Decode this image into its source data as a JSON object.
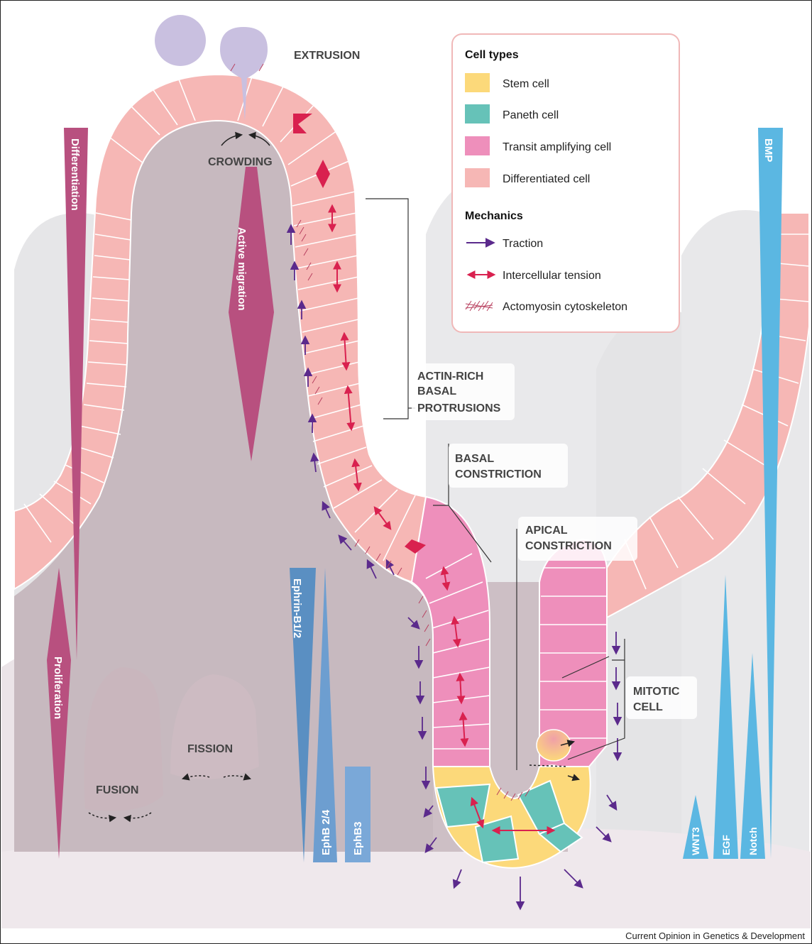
{
  "labels": {
    "extrusion": "EXTRUSION",
    "crowding": "CROWDING",
    "actin": [
      "ACTIN-RICH",
      "BASAL",
      "PROTRUSIONS"
    ],
    "basal_constriction": [
      "BASAL",
      "CONSTRICTION"
    ],
    "apical_constriction": [
      "APICAL",
      "CONSTRICTION"
    ],
    "mitotic_cell": [
      "MITOTIC",
      "CELL"
    ],
    "fission": "FISSION",
    "fusion": "FUSION"
  },
  "gradients": {
    "differentiation": "Differentiation",
    "active_migration": "Active migration",
    "proliferation": "Proliferation",
    "ephrin": "Ephrin-B1/2",
    "ephb24": "EphB 2/4",
    "ephb3": "EphB3",
    "bmp": "BMP",
    "wnt3": "WNT3",
    "egf": "EGF",
    "notch": "Notch"
  },
  "legend": {
    "cell_types_title": "Cell types",
    "cell_types": [
      {
        "label": "Stem cell",
        "color": "#fcd97a"
      },
      {
        "label": "Paneth cell",
        "color": "#66c2b8"
      },
      {
        "label": "Transit amplifying cell",
        "color": "#ee8fbb"
      },
      {
        "label": "Differentiated cell",
        "color": "#f6b7b5"
      }
    ],
    "mechanics_title": "Mechanics",
    "mechanics": [
      {
        "label": "Traction",
        "icon": "traction-arrow-icon"
      },
      {
        "label": "Intercellular tension",
        "icon": "tension-double-arrow-icon"
      },
      {
        "label": "Actomyosin cytoskeleton",
        "icon": "actomyosin-icon"
      }
    ]
  },
  "colors": {
    "differentiated": "#f6b7b5",
    "transit": "#ee8fbb",
    "stem": "#fcd97a",
    "paneth": "#66c2b8",
    "traction": "#5b2a8c",
    "tension": "#d9214f",
    "gradient_magenta": "#b8507f",
    "gradient_blue": "#5a8fc2",
    "gradient_cyan": "#5bb7e2",
    "extruding_cell": "#c9c0e0"
  },
  "credit": "Current Opinion in Genetics & Development"
}
